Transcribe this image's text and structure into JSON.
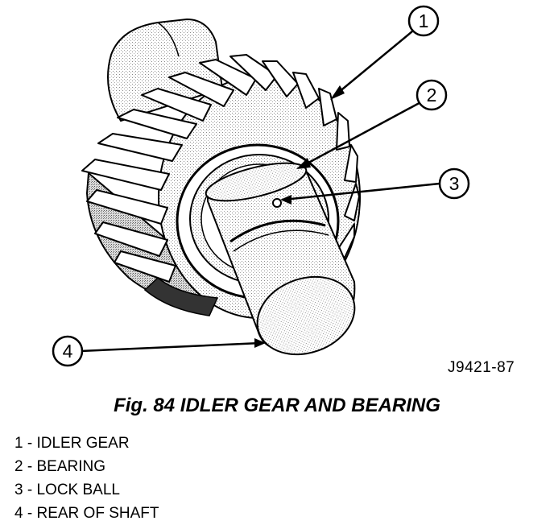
{
  "figure": {
    "caption": "Fig. 84 IDLER GEAR AND BEARING",
    "code": "J9421-87"
  },
  "callouts": [
    {
      "number": "1",
      "label": "IDLER GEAR"
    },
    {
      "number": "2",
      "label": "BEARING"
    },
    {
      "number": "3",
      "label": "LOCK BALL"
    },
    {
      "number": "4",
      "label": "REAR OF SHAFT"
    }
  ],
  "legend_separator": " - "
}
